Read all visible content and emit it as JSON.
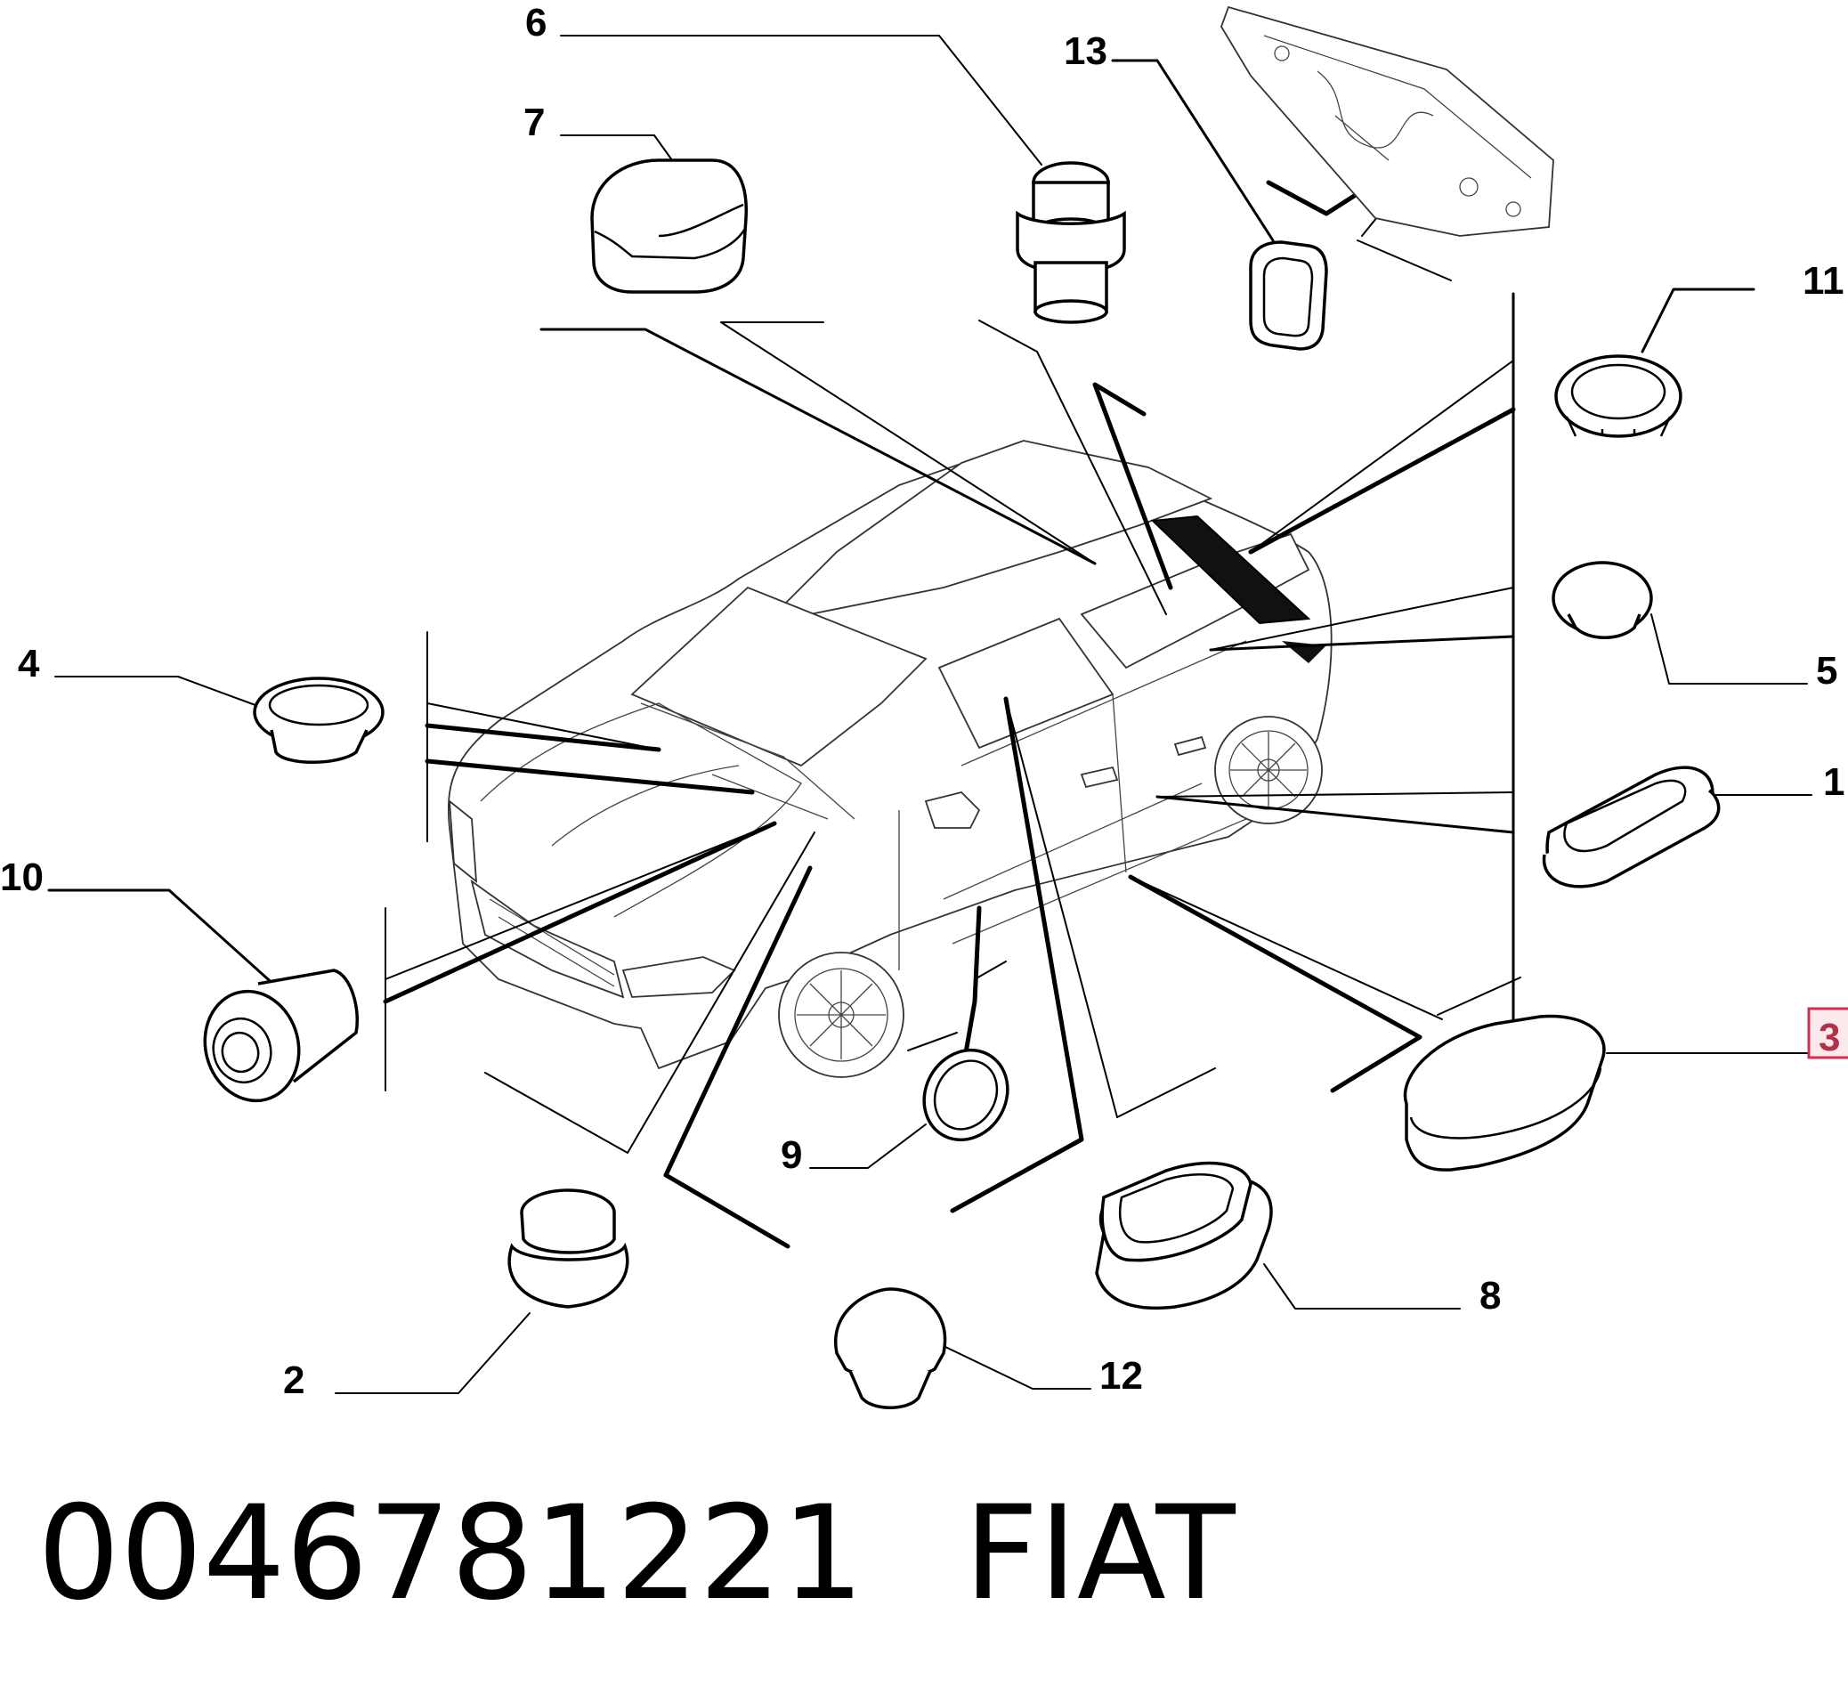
{
  "diagram": {
    "callouts": [
      "1",
      "2",
      "3",
      "4",
      "5",
      "6",
      "7",
      "8",
      "9",
      "10",
      "11",
      "12",
      "13"
    ],
    "highlighted_callout": "3",
    "highlight_color": "#d03050"
  },
  "footer": {
    "part_number": "0046781221",
    "brand": "FIAT"
  }
}
